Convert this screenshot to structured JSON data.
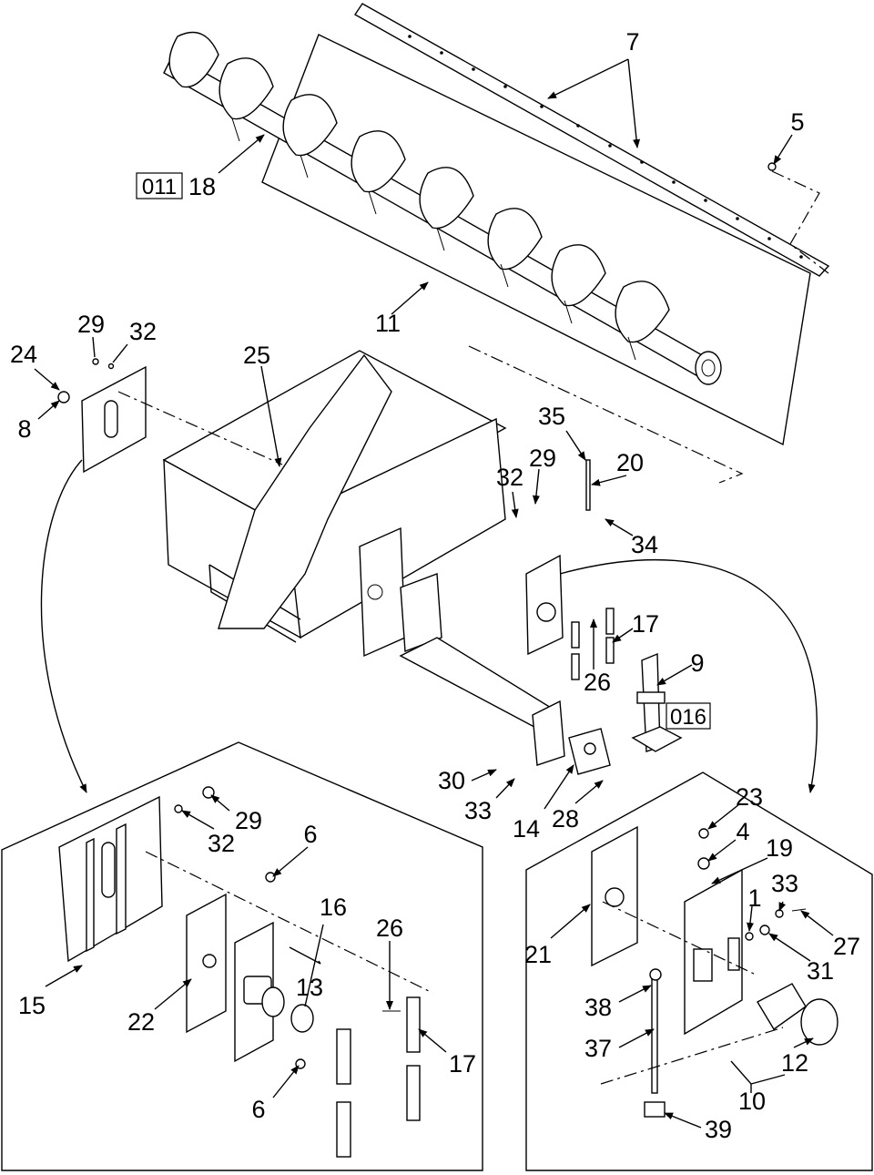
{
  "diagram": {
    "part_callouts": [
      {
        "id": "n7",
        "text": "7"
      },
      {
        "id": "n5",
        "text": "5"
      },
      {
        "id": "n18",
        "text": "18"
      },
      {
        "id": "n11",
        "text": "11"
      },
      {
        "id": "n29a",
        "text": "29"
      },
      {
        "id": "n32a",
        "text": "32"
      },
      {
        "id": "n24",
        "text": "24"
      },
      {
        "id": "n8",
        "text": "8"
      },
      {
        "id": "n25",
        "text": "25"
      },
      {
        "id": "n35",
        "text": "35"
      },
      {
        "id": "n20",
        "text": "20"
      },
      {
        "id": "n32b",
        "text": "32"
      },
      {
        "id": "n29b",
        "text": "29"
      },
      {
        "id": "n34",
        "text": "34"
      },
      {
        "id": "n17a",
        "text": "17"
      },
      {
        "id": "n26a",
        "text": "26"
      },
      {
        "id": "n9",
        "text": "9"
      },
      {
        "id": "n30",
        "text": "30"
      },
      {
        "id": "n33a",
        "text": "33"
      },
      {
        "id": "n14",
        "text": "14"
      },
      {
        "id": "n28",
        "text": "28"
      },
      {
        "id": "n29c",
        "text": "29"
      },
      {
        "id": "n32c",
        "text": "32"
      },
      {
        "id": "n6a",
        "text": "6"
      },
      {
        "id": "n16",
        "text": "16"
      },
      {
        "id": "n13",
        "text": "13"
      },
      {
        "id": "n26b",
        "text": "26"
      },
      {
        "id": "n15",
        "text": "15"
      },
      {
        "id": "n22",
        "text": "22"
      },
      {
        "id": "n17b",
        "text": "17"
      },
      {
        "id": "n6b",
        "text": "6"
      },
      {
        "id": "n23",
        "text": "23"
      },
      {
        "id": "n4",
        "text": "4"
      },
      {
        "id": "n19",
        "text": "19"
      },
      {
        "id": "n33b",
        "text": "33"
      },
      {
        "id": "n1",
        "text": "1"
      },
      {
        "id": "n21",
        "text": "21"
      },
      {
        "id": "n27",
        "text": "27"
      },
      {
        "id": "n31",
        "text": "31"
      },
      {
        "id": "n38",
        "text": "38"
      },
      {
        "id": "n37",
        "text": "37"
      },
      {
        "id": "n12",
        "text": "12"
      },
      {
        "id": "n10",
        "text": "10"
      },
      {
        "id": "n39",
        "text": "39"
      }
    ],
    "reference_boxes": [
      {
        "id": "ref011",
        "text": "011"
      },
      {
        "id": "ref016",
        "text": "016"
      }
    ]
  }
}
